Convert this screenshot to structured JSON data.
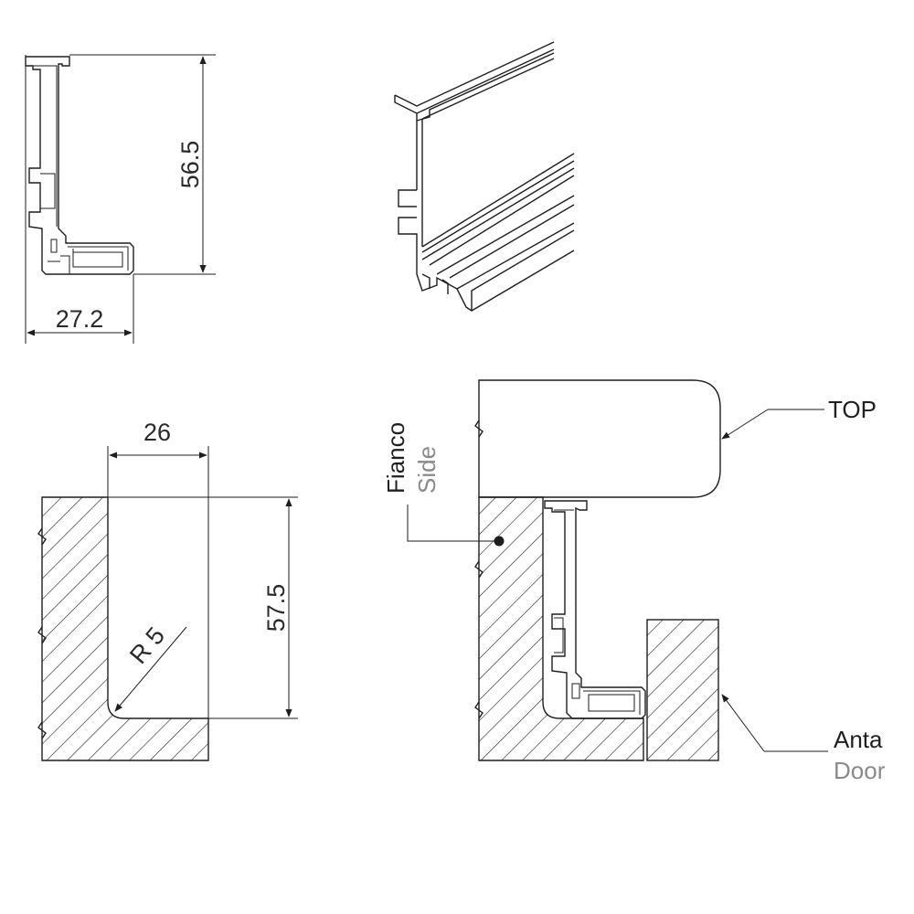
{
  "profile_section": {
    "height_dim": "56.5",
    "width_dim": "27.2"
  },
  "groove_section": {
    "width_dim": "26",
    "height_dim": "57.5",
    "radius_dim": "R 5"
  },
  "assembly": {
    "top_label": "TOP",
    "side_label_it": "Fianco",
    "side_label_en": "Side",
    "door_label_it": "Anta",
    "door_label_en": "Door"
  },
  "colors": {
    "line": "#1e1e1e",
    "secondary_text": "#8a8a8a"
  }
}
